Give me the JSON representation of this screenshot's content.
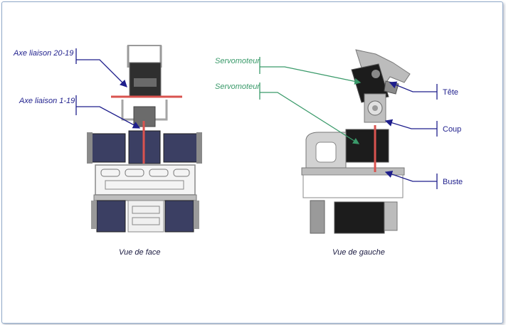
{
  "front_view": {
    "caption": "Vue de face",
    "callouts": [
      {
        "id": "axe-20-19",
        "text": "Axe liaison 20-19",
        "color": "#1e1e8c"
      },
      {
        "id": "axe-1-19",
        "text": "Axe liaison 1-19",
        "color": "#1e1e8c"
      }
    ]
  },
  "side_view": {
    "caption": "Vue de gauche",
    "servo_labels": [
      {
        "id": "servo-top",
        "text": "Servomoteur",
        "color": "#3a9a6a"
      },
      {
        "id": "servo-bottom",
        "text": "Servomoteur",
        "color": "#3a9a6a"
      }
    ],
    "parts": [
      {
        "id": "tete",
        "text": "Tête"
      },
      {
        "id": "coup",
        "text": "Coup"
      },
      {
        "id": "buste",
        "text": "Buste"
      }
    ]
  },
  "colors": {
    "axis_red": "#d9534f",
    "callout_blue": "#1e1e8c",
    "servo_green": "#3a9a6a",
    "servo_black": "#1c1c1c",
    "frame_gray": "#9a9a9a",
    "servo_navy": "#3b3f63"
  }
}
